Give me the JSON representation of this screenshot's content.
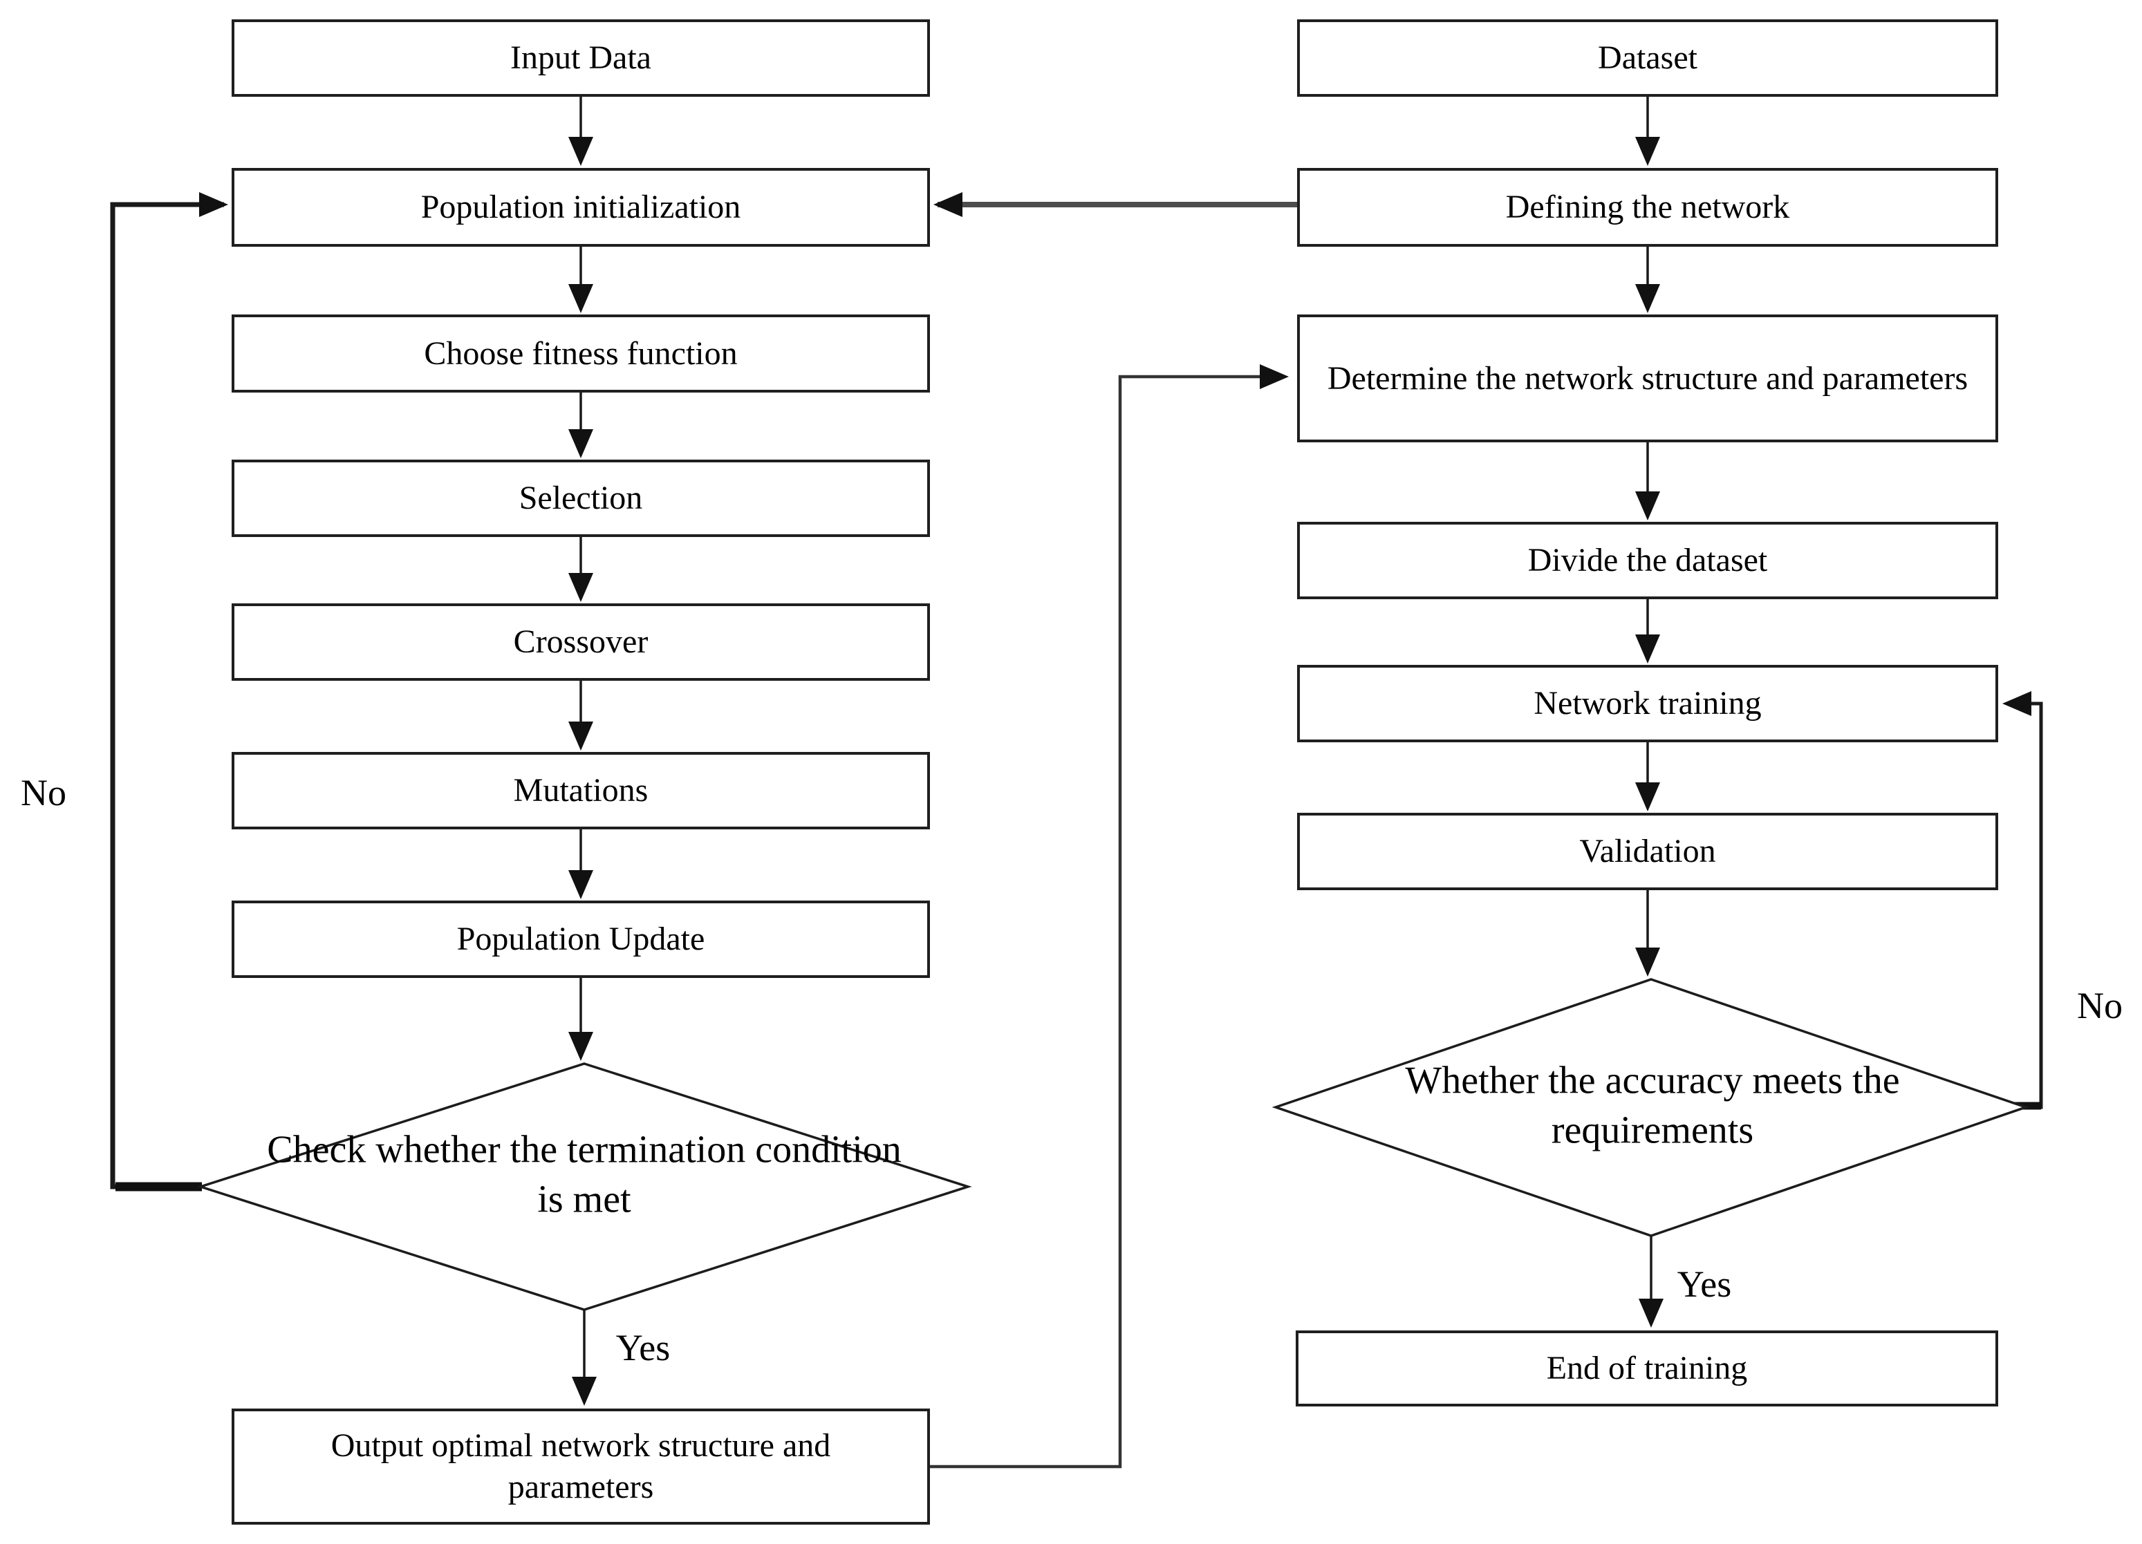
{
  "diagram_type": "flowchart",
  "colors": {
    "background": "#ffffff",
    "line": "#1a1a1a",
    "cross_link_gray": "#4d4d4d",
    "text": "#000000"
  },
  "nodes": [
    {
      "id": "input-data",
      "shape": "rect",
      "label": "Input Data"
    },
    {
      "id": "population-initialization",
      "shape": "rect",
      "label": "Population initialization"
    },
    {
      "id": "choose-fitness-function",
      "shape": "rect",
      "label": "Choose fitness function"
    },
    {
      "id": "selection",
      "shape": "rect",
      "label": "Selection"
    },
    {
      "id": "crossover",
      "shape": "rect",
      "label": "Crossover"
    },
    {
      "id": "mutations",
      "shape": "rect",
      "label": "Mutations"
    },
    {
      "id": "population-update",
      "shape": "rect",
      "label": "Population Update"
    },
    {
      "id": "termination-check",
      "shape": "diamond",
      "label": "Check whether the termination condition is met"
    },
    {
      "id": "output-optimal",
      "shape": "rect",
      "label": "Output optimal network structure and parameters"
    },
    {
      "id": "dataset",
      "shape": "rect",
      "label": "Dataset"
    },
    {
      "id": "defining-network",
      "shape": "rect",
      "label": "Defining the network"
    },
    {
      "id": "determine-structure",
      "shape": "rect",
      "label": "Determine the network structure and parameters"
    },
    {
      "id": "divide-dataset",
      "shape": "rect",
      "label": "Divide the dataset"
    },
    {
      "id": "network-training",
      "shape": "rect",
      "label": "Network training"
    },
    {
      "id": "validation",
      "shape": "rect",
      "label": "Validation"
    },
    {
      "id": "accuracy-check",
      "shape": "diamond",
      "label": "Whether the accuracy meets the requirements"
    },
    {
      "id": "end-training",
      "shape": "rect",
      "label": "End of training"
    }
  ],
  "edge_labels": {
    "left_no": "No",
    "left_yes": "Yes",
    "right_no": "No",
    "right_yes": "Yes"
  },
  "edges": [
    {
      "from": "input-data",
      "to": "population-initialization"
    },
    {
      "from": "population-initialization",
      "to": "choose-fitness-function"
    },
    {
      "from": "choose-fitness-function",
      "to": "selection"
    },
    {
      "from": "selection",
      "to": "crossover"
    },
    {
      "from": "crossover",
      "to": "mutations"
    },
    {
      "from": "mutations",
      "to": "population-update"
    },
    {
      "from": "population-update",
      "to": "termination-check"
    },
    {
      "from": "termination-check",
      "to": "population-initialization",
      "label": "No"
    },
    {
      "from": "termination-check",
      "to": "output-optimal",
      "label": "Yes"
    },
    {
      "from": "output-optimal",
      "to": "determine-structure"
    },
    {
      "from": "dataset",
      "to": "defining-network"
    },
    {
      "from": "defining-network",
      "to": "population-initialization"
    },
    {
      "from": "defining-network",
      "to": "determine-structure"
    },
    {
      "from": "determine-structure",
      "to": "divide-dataset"
    },
    {
      "from": "divide-dataset",
      "to": "network-training"
    },
    {
      "from": "network-training",
      "to": "validation"
    },
    {
      "from": "validation",
      "to": "accuracy-check"
    },
    {
      "from": "accuracy-check",
      "to": "network-training",
      "label": "No"
    },
    {
      "from": "accuracy-check",
      "to": "end-training",
      "label": "Yes"
    }
  ]
}
